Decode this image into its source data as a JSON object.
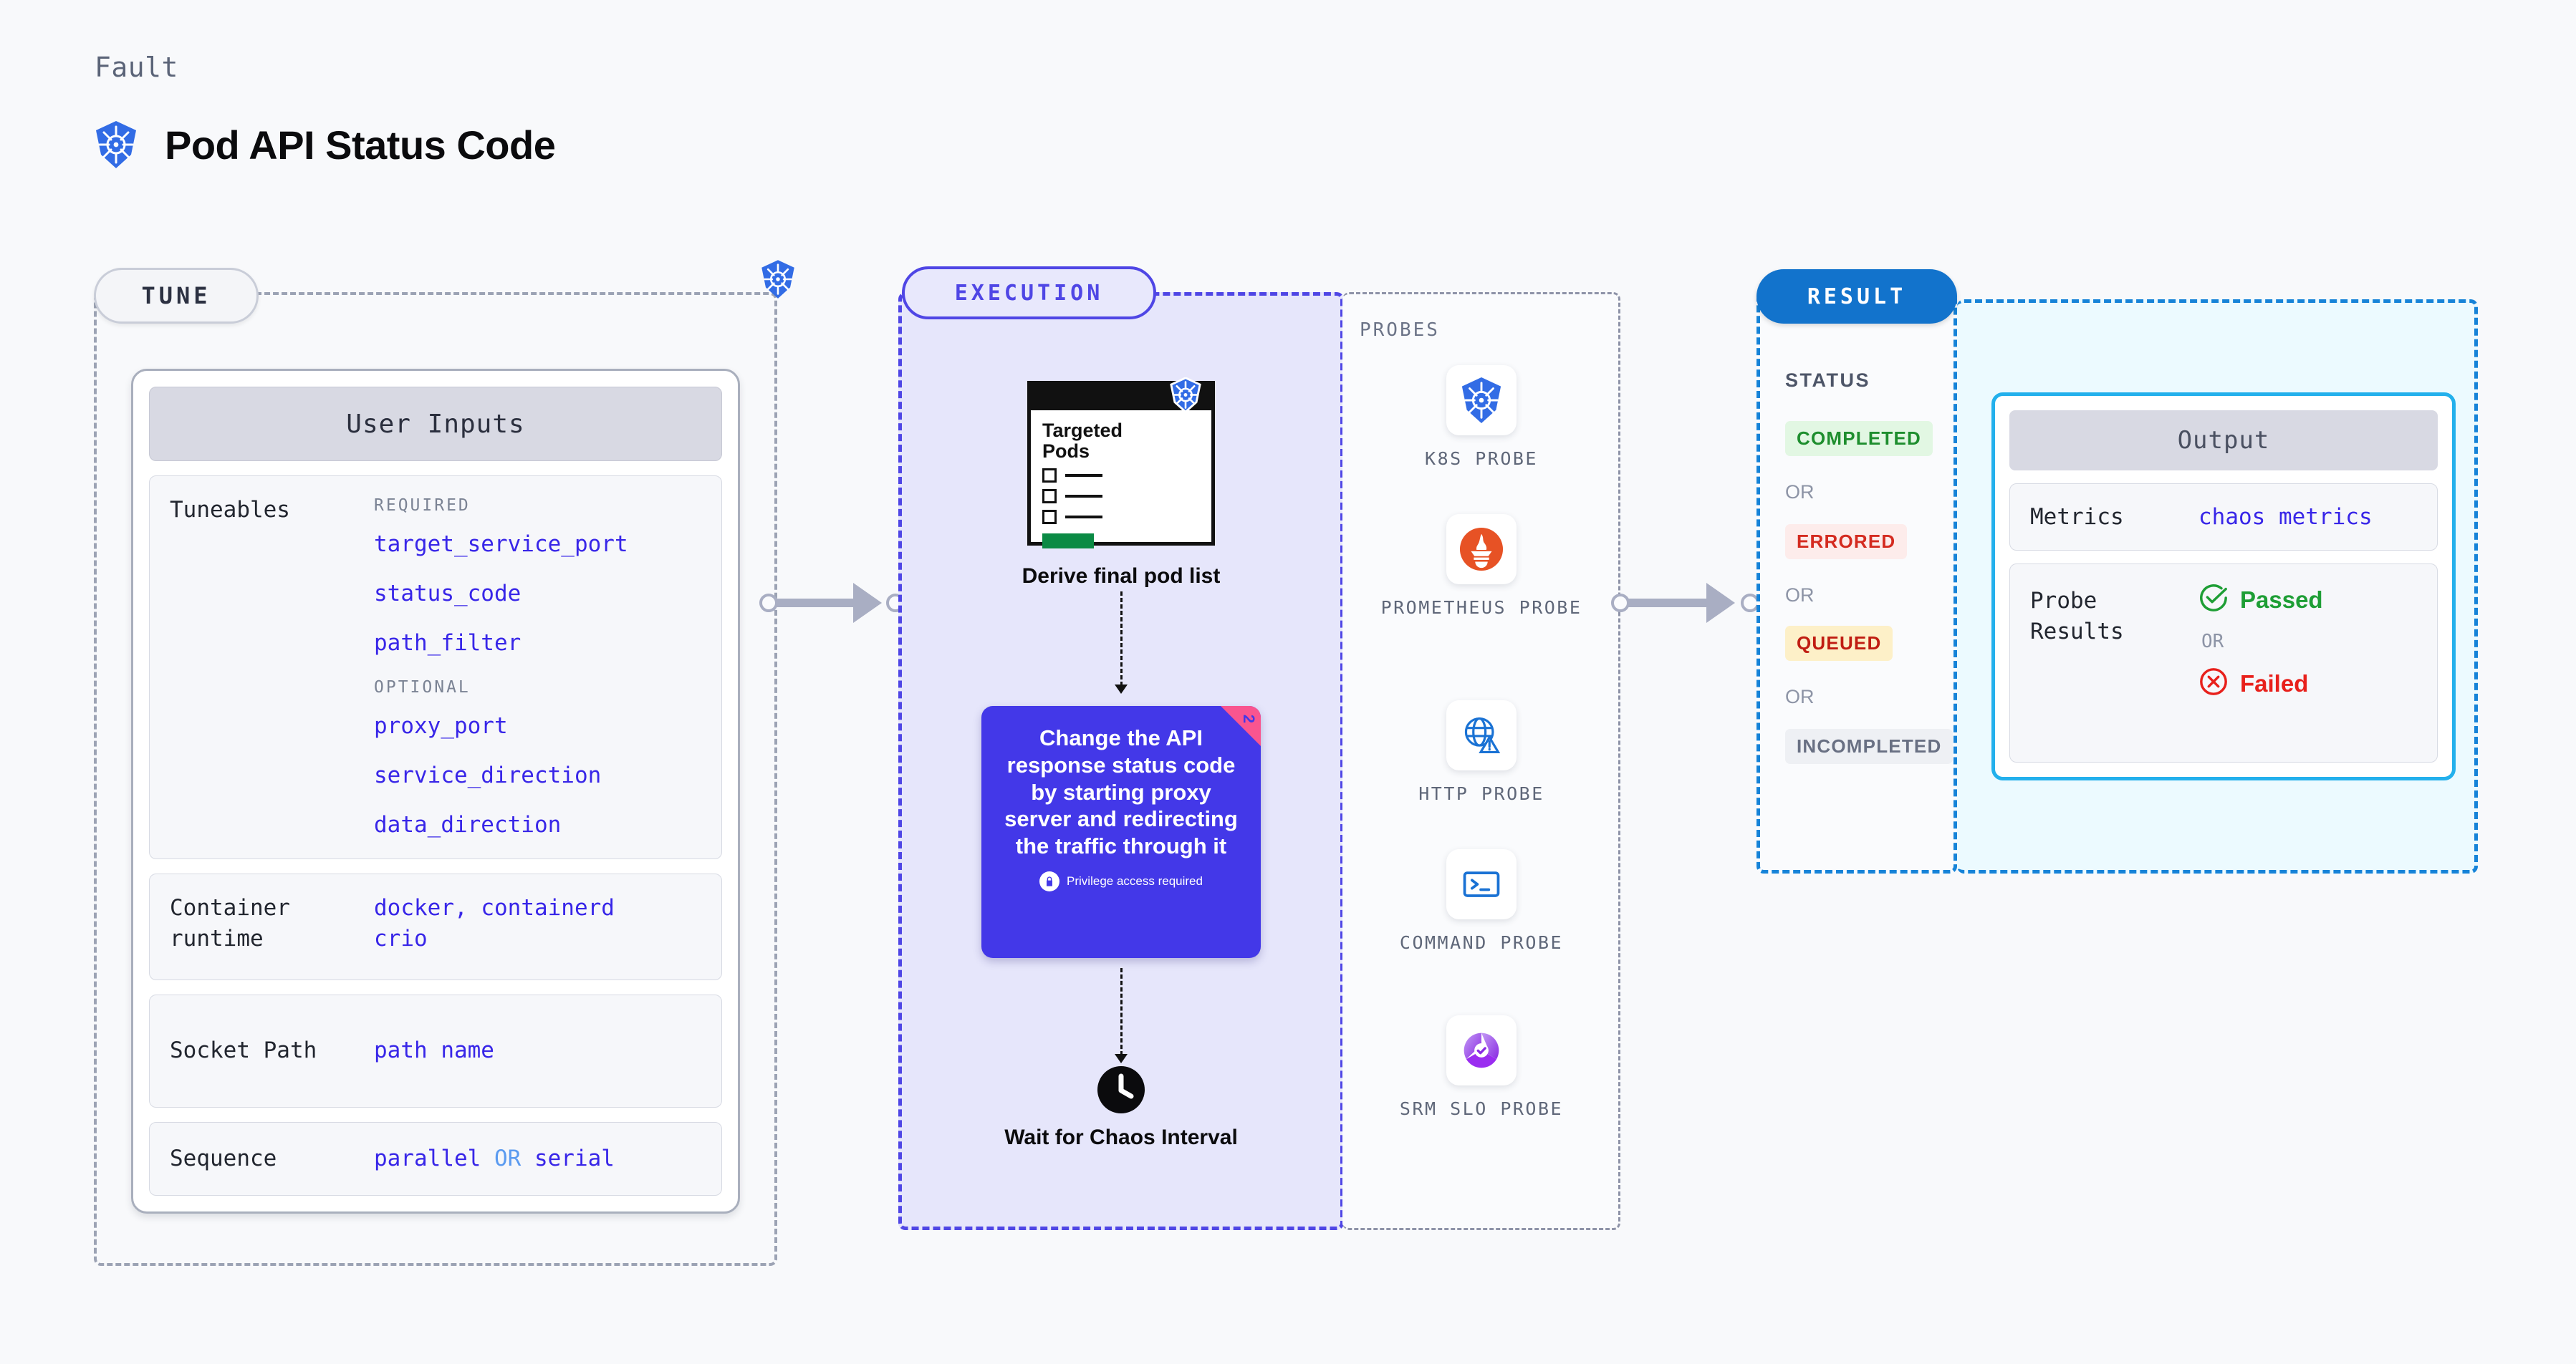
{
  "header": {
    "eyebrow": "Fault",
    "title": "Pod API Status Code",
    "icon": "kubernetes-icon"
  },
  "tune": {
    "pill_label": "TUNE",
    "badge_icon": "kubernetes-icon",
    "card_title": "User Inputs",
    "tuneables": {
      "label": "Tuneables",
      "groups": [
        {
          "title": "REQUIRED",
          "items": [
            "target_service_port",
            "status_code",
            "path_filter"
          ]
        },
        {
          "title": "OPTIONAL",
          "items": [
            "proxy_port",
            "service_direction",
            "data_direction"
          ]
        }
      ]
    },
    "rows": [
      {
        "label": "Container runtime",
        "values": [
          "docker",
          "containerd",
          "crio"
        ],
        "separator": ","
      },
      {
        "label": "Socket Path",
        "values": [
          "path name"
        ]
      },
      {
        "label": "Sequence",
        "values": [
          "parallel",
          "serial"
        ],
        "separator": "OR"
      }
    ]
  },
  "execution": {
    "pill_label": "EXECUTION",
    "pods_card": {
      "title_line1": "Targeted",
      "title_line2": "Pods",
      "badge_icon": "kubernetes-icon"
    },
    "step1_caption": "Derive final pod list",
    "action_card": {
      "text": "Change the API response status code by starting proxy server and redirecting the traffic through it",
      "privilege_label": "Privilege access required",
      "privilege_icon": "lock-icon",
      "ribbon_number": "2",
      "bg_color": "#4338e8",
      "ribbon_color": "#f9558f"
    },
    "step2_caption": "Wait for Chaos Interval",
    "step2_icon": "clock-icon",
    "probes": {
      "title": "PROBES",
      "items": [
        {
          "label": "K8S PROBE",
          "icon": "kubernetes-icon"
        },
        {
          "label": "PROMETHEUS PROBE",
          "icon": "prometheus-icon"
        },
        {
          "label": "HTTP PROBE",
          "icon": "globe-warning-icon"
        },
        {
          "label": "COMMAND PROBE",
          "icon": "terminal-icon"
        },
        {
          "label": "SRM SLO PROBE",
          "icon": "srm-slo-icon"
        }
      ]
    }
  },
  "result": {
    "pill_label": "RESULT",
    "status_label": "STATUS",
    "or_label": "OR",
    "statuses": [
      {
        "label": "COMPLETED",
        "text_color": "#1e8e2e",
        "bg_color": "#e2f7e3"
      },
      {
        "label": "ERRORED",
        "text_color": "#d42b20",
        "bg_color": "#fdeceb"
      },
      {
        "label": "QUEUED",
        "text_color": "#c01d12",
        "bg_color": "#fdf0c8"
      },
      {
        "label": "INCOMPLETED",
        "text_color": "#697083",
        "bg_color": "#eef0f4"
      }
    ],
    "output": {
      "title": "Output",
      "metrics_label": "Metrics",
      "metrics_value": "chaos metrics",
      "probe_results_label": "Probe Results",
      "passed_label": "Passed",
      "failed_label": "Failed",
      "or_label": "OR",
      "passed_icon": "check-circle-icon",
      "failed_icon": "x-circle-icon",
      "passed_color": "#1e9e35",
      "failed_color": "#e8201b"
    }
  },
  "colors": {
    "tune_border": "#9ca3b4",
    "execution_border": "#4f46e5",
    "result_border": "#1683d8",
    "accent_value": "#3826e8"
  }
}
